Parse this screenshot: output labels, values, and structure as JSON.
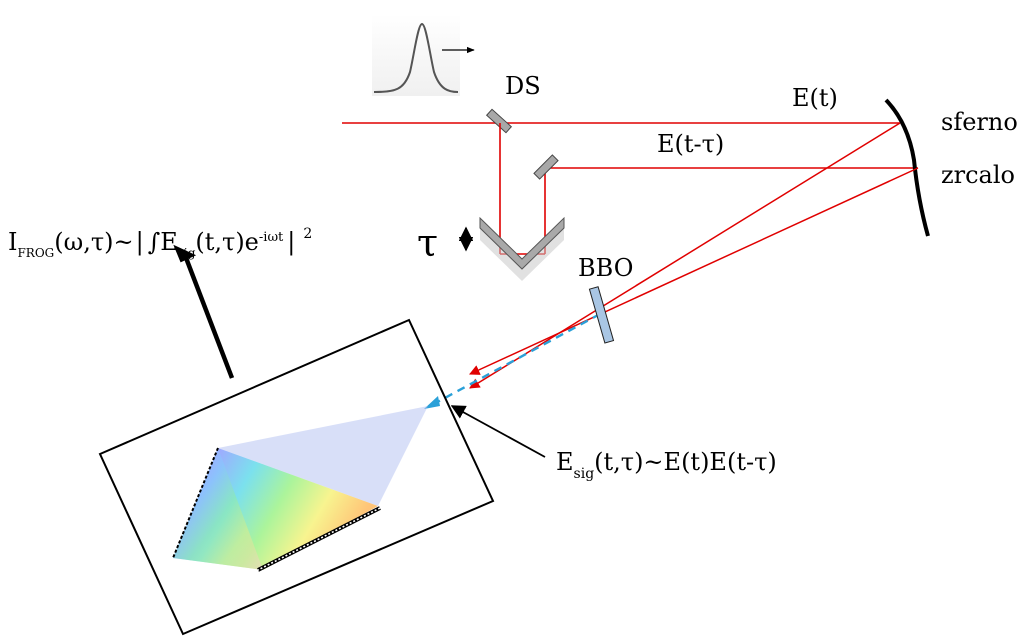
{
  "labels": {
    "ds": "DS",
    "et": "E(t)",
    "et_tau": "E(t-τ)",
    "mirror_line1": "sferno",
    "mirror_line2": "zrcalo",
    "tau": "τ",
    "bbo": "BBO",
    "esig": {
      "base": "E",
      "sub": "sig",
      "rest": "(t,τ)~E(t)E(t-τ)"
    },
    "ifrog": {
      "base": "I",
      "sub": "FROG",
      "mid": "(ω,τ)~",
      "bar1": "|",
      "integral": "∫E",
      "sub2": "sig",
      "args": "(t,τ)e",
      "sup": "-iωt",
      "bar2": "|",
      "power": "2"
    }
  },
  "colors": {
    "beam": "#e00000",
    "signal": "#2aa0d8",
    "bbo_crystal": "#a9c6e4",
    "mirror": "#a0a0a0",
    "outline": "#000000"
  }
}
